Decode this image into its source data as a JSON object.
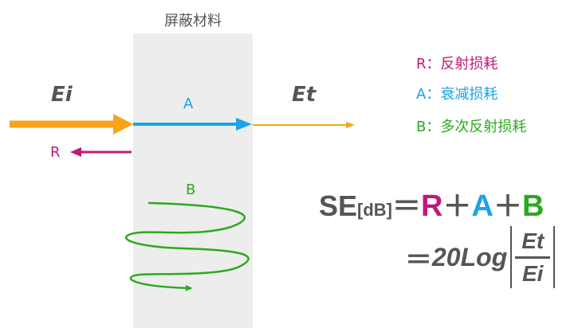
{
  "diagram": {
    "title": "屏蔽材料",
    "incident_label": "Ei",
    "transmitted_label": "Et",
    "absorption_label": "A",
    "reflection_label": "R",
    "multi_reflection_label": "B"
  },
  "legend": {
    "items": [
      {
        "text": "R：反射损耗",
        "color": "#C2187A"
      },
      {
        "text": "A：衰减损耗",
        "color": "#1AA3E8"
      },
      {
        "text": "B：多次反射损耗",
        "color": "#2BAA1E"
      }
    ]
  },
  "formula": {
    "se": "SE",
    "unit": "[dB]",
    "eq": "＝",
    "r": "R",
    "plus": "＋",
    "a": "A",
    "b": "B",
    "line2_lead": "20Log",
    "numerator": "Et",
    "denominator": "Ei"
  },
  "colors": {
    "incident": "#F5A41B",
    "absorption": "#1AA3E8",
    "reflection": "#C2187A",
    "multi_reflection": "#2BAA1E",
    "shield": "#EDEDED",
    "text": "#555555"
  }
}
